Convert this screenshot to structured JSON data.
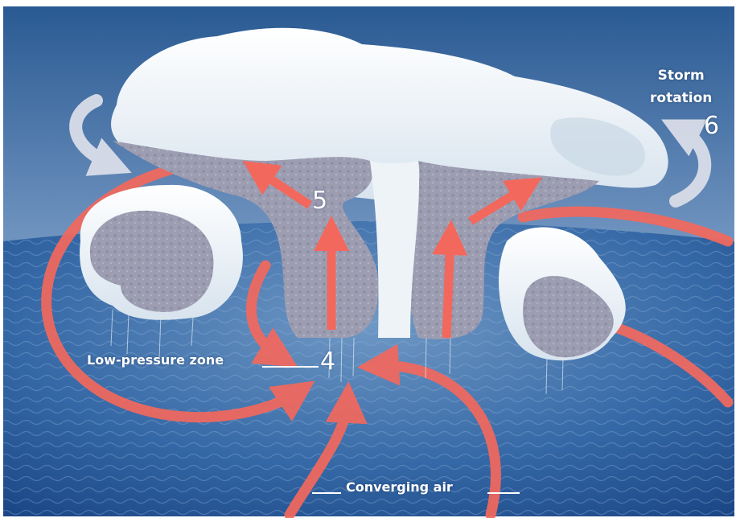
{
  "labels": {
    "storm_rotation": "Storm\nrotation",
    "storm_rotation_line1": "Storm",
    "storm_rotation_line2": "rotation",
    "low_pressure_zone": "Low-pressure zone",
    "converging_air": "Converging air"
  },
  "step_numbers": {
    "four": "4",
    "five": "5",
    "six": "6"
  },
  "colors": {
    "ocean_light": "#5d86b4",
    "ocean_dark": "#1d4a8c",
    "sky_top": "#2f5f96",
    "sky_bottom": "#7fa0c6",
    "cloud_white": "#eef3f7",
    "cloud_cut": "#9a9bb0",
    "arrow_red": "#f3685d",
    "rotation_arrow": "#d9dde8"
  }
}
